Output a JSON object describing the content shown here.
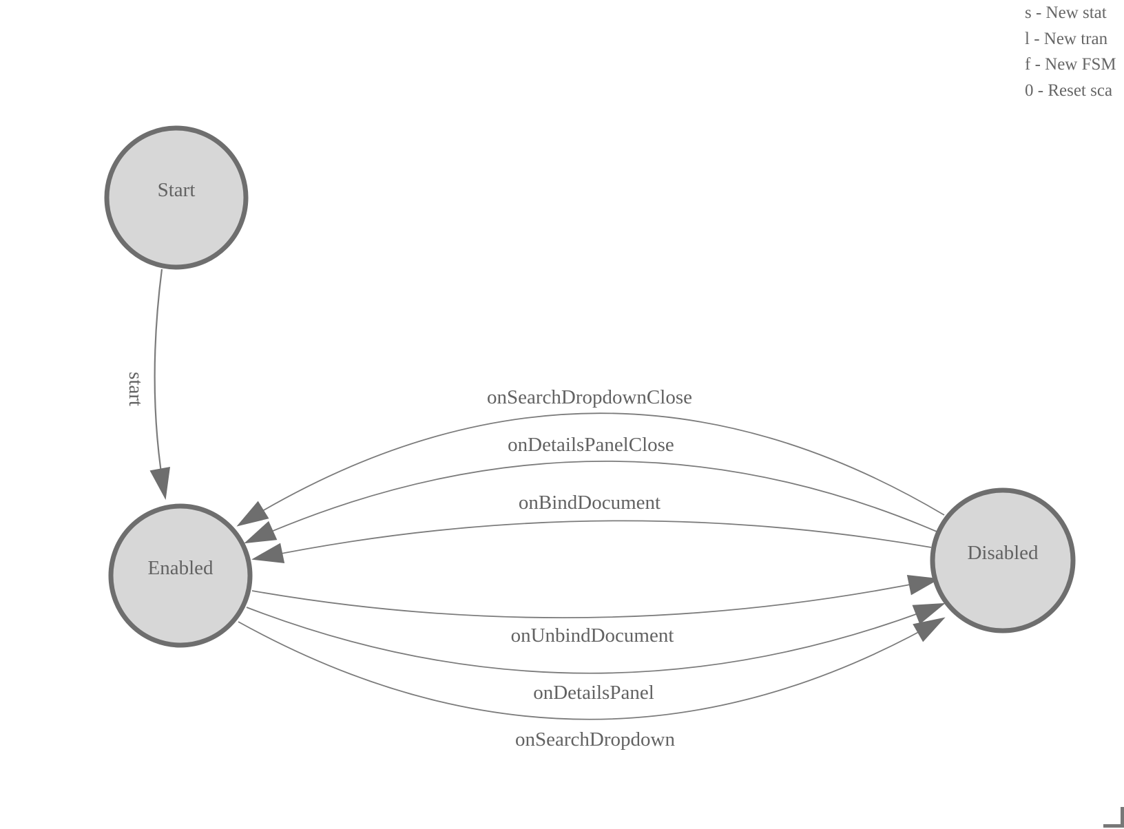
{
  "diagram": {
    "nodes": [
      {
        "id": "start-node",
        "label": "Start"
      },
      {
        "id": "enabled-node",
        "label": "Enabled"
      },
      {
        "id": "disabled-node",
        "label": "Disabled"
      }
    ],
    "edges": [
      {
        "from": "Start",
        "to": "Enabled",
        "label": "start"
      },
      {
        "from": "Disabled",
        "to": "Enabled",
        "label": "onSearchDropdownClose"
      },
      {
        "from": "Disabled",
        "to": "Enabled",
        "label": "onDetailsPanelClose"
      },
      {
        "from": "Disabled",
        "to": "Enabled",
        "label": "onBindDocument"
      },
      {
        "from": "Enabled",
        "to": "Disabled",
        "label": "onUnbindDocument"
      },
      {
        "from": "Enabled",
        "to": "Disabled",
        "label": "onDetailsPanel"
      },
      {
        "from": "Enabled",
        "to": "Disabled",
        "label": "onSearchDropdown"
      }
    ]
  },
  "legend": {
    "lines": [
      "s - New stat",
      "l - New tran",
      "f - New FSM",
      "0 - Reset sca"
    ]
  },
  "colors": {
    "node_fill": "#d7d7d7",
    "node_stroke": "#6e6e6e",
    "edge_line": "#7b7b7b",
    "arrow_fill": "#6e6e6e",
    "text": "#626262"
  }
}
